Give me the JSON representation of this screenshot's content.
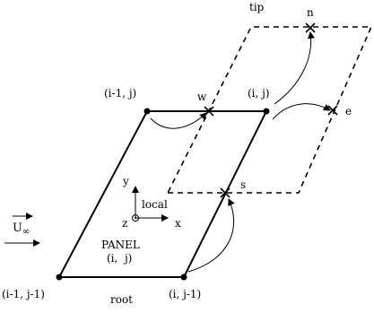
{
  "labels": {
    "tip": "tip",
    "n": "n",
    "w": "w",
    "e": "e",
    "s": "s",
    "node_im1_j": "(i-1, j)",
    "node_i_j": "(i, j)",
    "node_im1_jm1": "(i-1, j-1)",
    "node_i_jm1": "(i, j-1)",
    "root": "root",
    "panel": "PANEL",
    "panel_index": "(i,  j)",
    "local": "local",
    "axis_x": "x",
    "axis_y": "y",
    "axis_z": "z",
    "freestream_u": "U",
    "freestream_sub": "∞"
  }
}
